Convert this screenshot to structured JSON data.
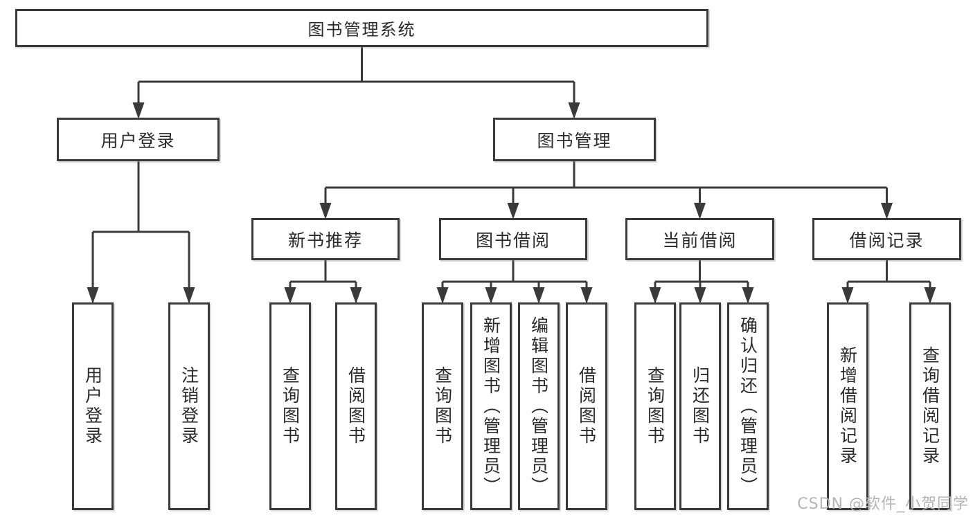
{
  "diagram": {
    "type": "hierarchy-tree",
    "orientation": "top-down"
  },
  "colors": {
    "line": "#3a3a3a",
    "box_border": "#3a3a3a",
    "box_fill": "#ffffff",
    "text": "#2a2a2a",
    "watermark": "#b4b4b8",
    "background": "#ffffff"
  },
  "watermark": {
    "text": "CSDN @软件_小贺同学"
  },
  "tree": {
    "label": "图书管理系统",
    "children": [
      {
        "label": "用户登录",
        "children": [
          {
            "label": "用户登录"
          },
          {
            "label": "注销登录"
          }
        ]
      },
      {
        "label": "图书管理",
        "children": [
          {
            "label": "新书推荐",
            "children": [
              {
                "label": "查询图书"
              },
              {
                "label": "借阅图书"
              }
            ]
          },
          {
            "label": "图书借阅",
            "children": [
              {
                "label": "查询图书"
              },
              {
                "label": "新增图书（管理员）"
              },
              {
                "label": "编辑图书（管理员）"
              },
              {
                "label": "借阅图书"
              }
            ]
          },
          {
            "label": "当前借阅",
            "children": [
              {
                "label": "查询图书"
              },
              {
                "label": "归还图书"
              },
              {
                "label": "确认归还（管理员）"
              }
            ]
          },
          {
            "label": "借阅记录",
            "children": [
              {
                "label": "新增借阅记录"
              },
              {
                "label": "查询借阅记录"
              }
            ]
          }
        ]
      }
    ]
  }
}
